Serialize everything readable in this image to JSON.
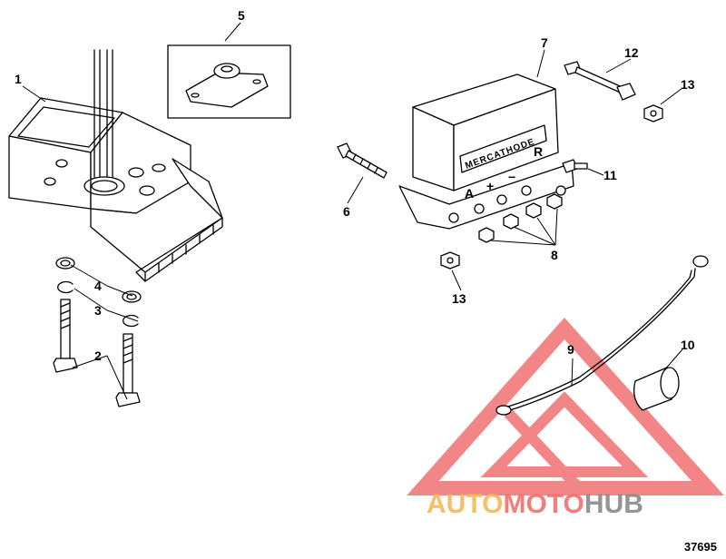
{
  "diagram": {
    "callouts": {
      "c1": "1",
      "c2": "2",
      "c3": "3",
      "c4": "4",
      "c5": "5",
      "c6": "6",
      "c7": "7",
      "c8": "8",
      "c9": "9",
      "c10": "10",
      "c11": "11",
      "c12": "12",
      "c13a": "13",
      "c13b": "13"
    },
    "controller_label": "MERCATHODE",
    "terminal_labels": {
      "a": "A",
      "plus": "+",
      "minus": "−",
      "r": "R"
    },
    "figure_number": "37695"
  },
  "watermark": {
    "brand_part1": "AUTO",
    "brand_part2": "MOTO",
    "brand_part3": "HUB",
    "colors": {
      "orange": "#f5b85a",
      "red": "#f07070",
      "gray": "#8a8a8a"
    }
  }
}
